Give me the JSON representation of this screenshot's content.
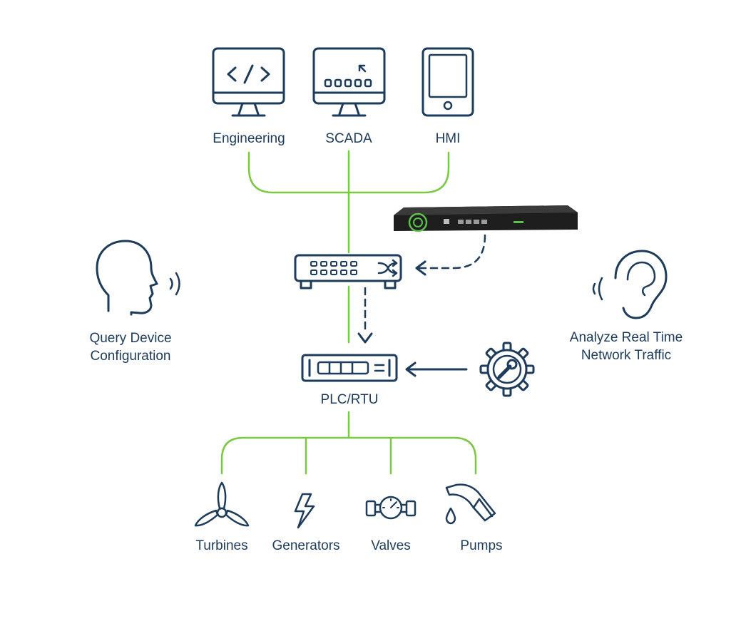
{
  "colors": {
    "ink": "#1d3b5a",
    "wire": "#7ac943",
    "appliance": "#1e1e1e",
    "appliance_glow": "#5cc14a"
  },
  "nodes": {
    "engineering": {
      "label": "Engineering",
      "icon": "code-monitor-icon"
    },
    "scada": {
      "label": "SCADA",
      "icon": "scada-monitor-icon"
    },
    "hmi": {
      "label": "HMI",
      "icon": "tablet-icon"
    },
    "network_switch": {
      "icon": "network-switch-icon"
    },
    "monitor_appliance": {
      "icon": "rack-appliance-icon"
    },
    "plc_rtu": {
      "label": "PLC/RTU",
      "icon": "plc-icon"
    },
    "settings": {
      "icon": "gear-wrench-icon"
    }
  },
  "side_labels": {
    "query": {
      "lines": [
        "Query Device",
        "Configuration"
      ],
      "icon": "speaking-head-icon"
    },
    "analyze": {
      "lines": [
        "Analyze Real Time",
        "Network Traffic"
      ],
      "icon": "ear-icon"
    }
  },
  "field_devices": [
    {
      "label": "Turbines",
      "icon": "turbine-icon"
    },
    {
      "label": "Generators",
      "icon": "lightning-bolt-icon"
    },
    {
      "label": "Valves",
      "icon": "valve-gauge-icon"
    },
    {
      "label": "Pumps",
      "icon": "fuel-pump-icon"
    }
  ]
}
